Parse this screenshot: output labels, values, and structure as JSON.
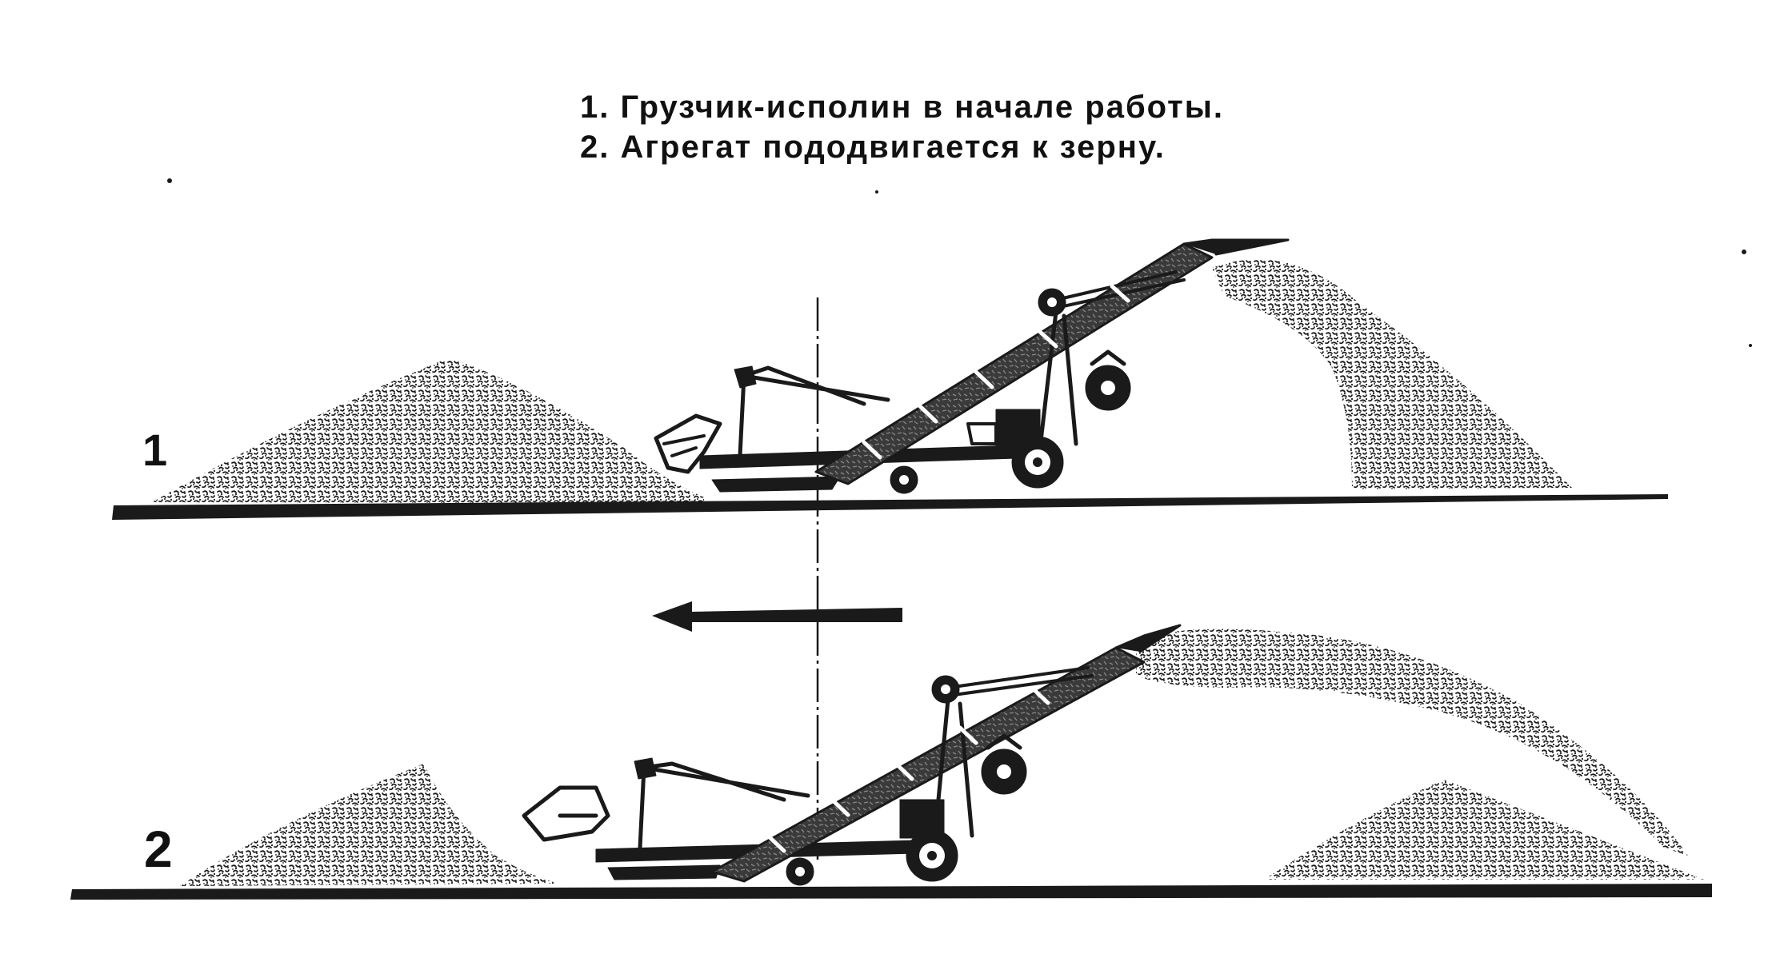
{
  "captions": [
    "1. Грузчик-исполин в начале работы.",
    "2. Агрегат пододвигается к зерну."
  ],
  "panels": [
    {
      "label": "1"
    },
    {
      "label": "2"
    }
  ],
  "colors": {
    "ink": "#1a1a1a",
    "paper": "#ffffff"
  },
  "icons": {
    "direction": "arrow-left-icon"
  }
}
